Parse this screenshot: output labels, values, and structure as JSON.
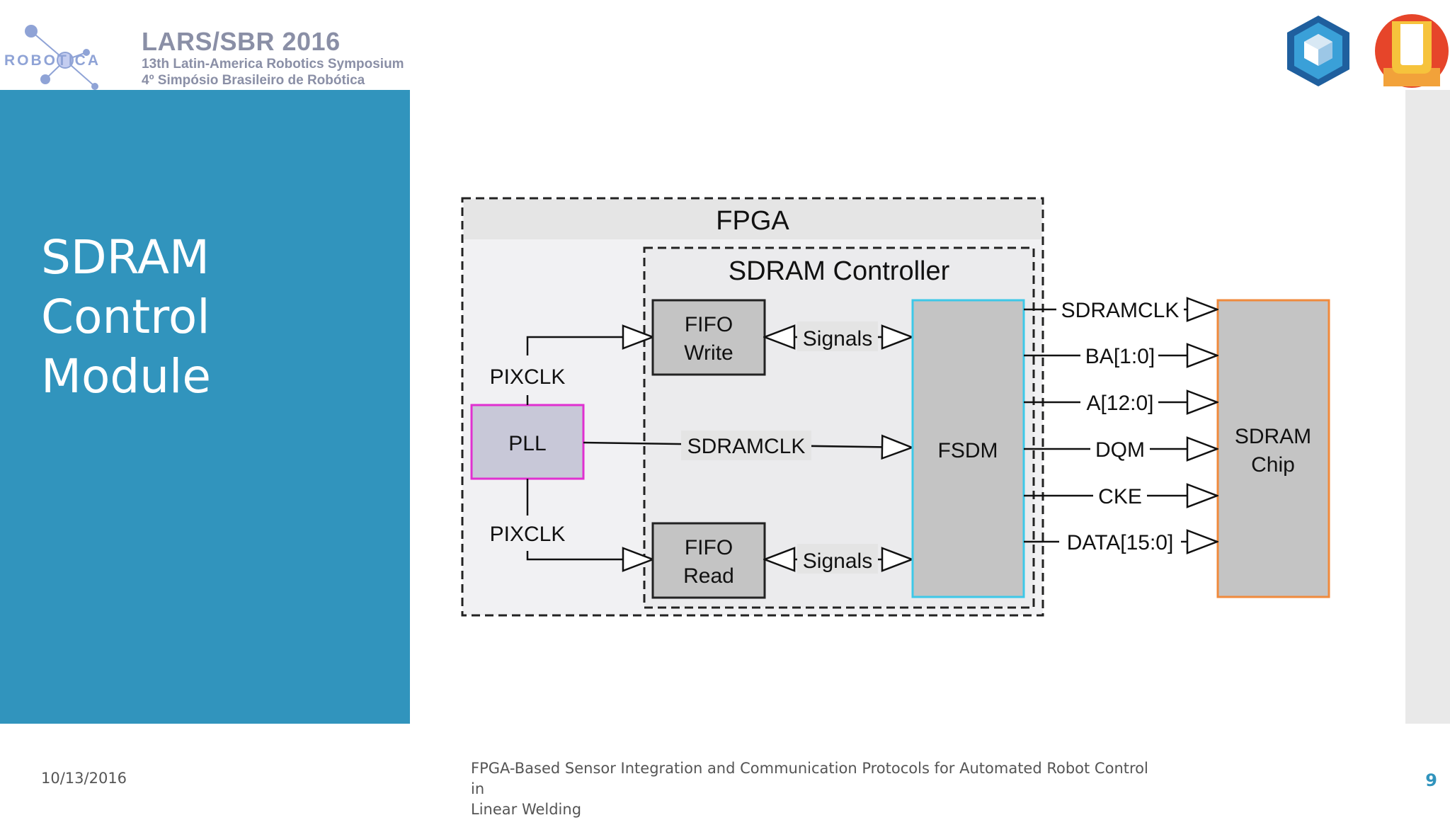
{
  "header": {
    "logo_icon": "robotica-logo",
    "logo_word": "ROBOTICA",
    "title": "LARS/SBR 2016",
    "subtitle_line1": "13th Latin-America Robotics Symposium",
    "subtitle_line2": "4º Simpósio Brasileiro de Robótica"
  },
  "partner_logos": [
    "hexagon-cube-logo",
    "u-shield-logo"
  ],
  "slide": {
    "title_lines": [
      "SDRAM",
      "Control",
      "Module"
    ]
  },
  "diagram": {
    "fpga_label": "FPGA",
    "controller_label": "SDRAM Controller",
    "pll_label": "PLL",
    "pixclk_top": "PIXCLK",
    "pixclk_bottom": "PIXCLK",
    "fifo_write": [
      "FIFO",
      "Write"
    ],
    "fifo_read": [
      "FIFO",
      "Read"
    ],
    "signals_top": "Signals",
    "signals_bottom": "Signals",
    "sdramclk_internal": "SDRAMCLK",
    "fsdm_label": "FSDM",
    "chip_label": [
      "SDRAM",
      "Chip"
    ],
    "outputs": [
      "SDRAMCLK",
      "BA[1:0]",
      "A[12:0]",
      "DQM",
      "CKE",
      "DATA[15:0]"
    ]
  },
  "colors": {
    "accent": "#3194bd",
    "pll_border": "#e030d0",
    "fsdm_border": "#3ec8e8",
    "chip_border": "#f08a3c",
    "block_fill": "#c4c4c4"
  },
  "footer": {
    "date": "10/13/2016",
    "caption_line1": "FPGA-Based Sensor Integration and Communication Protocols for Automated Robot Control in",
    "caption_line2": "Linear Welding",
    "page_number": "9"
  }
}
